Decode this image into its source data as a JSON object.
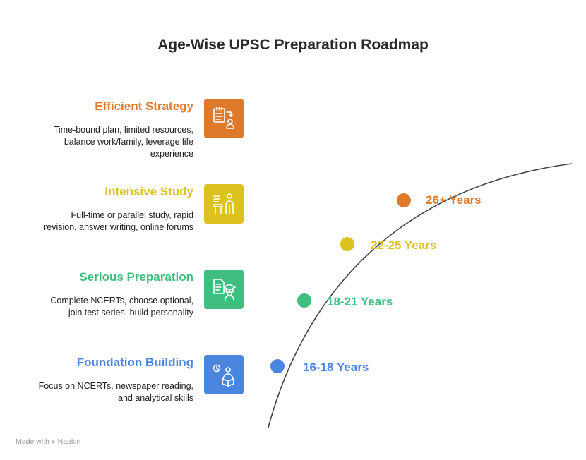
{
  "title": "Age-Wise UPSC Preparation Roadmap",
  "stages": [
    {
      "title": "Efficient Strategy",
      "description": "Time-bound plan, limited resources, balance work/family, leverage life experience",
      "age": "26+ Years",
      "color": "#e07a2b",
      "icon": "planning-icon"
    },
    {
      "title": "Intensive Study",
      "description": "Full-time or parallel study, rapid revision, answer writing, online forums",
      "age": "22-25 Years",
      "color": "#dcc21e",
      "icon": "study-desk-icon"
    },
    {
      "title": "Serious Preparation",
      "description": "Complete NCERTs, choose optional, join test series, build personality",
      "age": "18-21 Years",
      "color": "#3fbf7f",
      "icon": "graduate-document-icon"
    },
    {
      "title": "Foundation Building",
      "description": "Focus on NCERTs, newspaper reading, and analytical skills",
      "age": "16-18 Years",
      "color": "#4a86e0",
      "icon": "student-reading-icon"
    }
  ],
  "footer": "Made with ⫸ Napkin"
}
